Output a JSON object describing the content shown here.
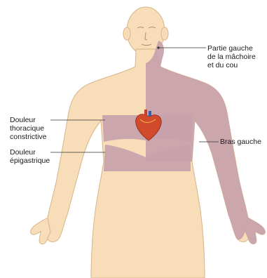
{
  "labels": {
    "jaw": "Partie gauche\nde la mâchoire\net du cou",
    "chest": "Douleur\nthoracique\nconstrictive",
    "epigastric": "Douleur\népigastrique",
    "arm": "Bras gauche"
  },
  "colors": {
    "skin": "#f7ddb8",
    "skin_outline": "#d9b48a",
    "pain_region": "#c7a2ab",
    "heart": "#d24a2c",
    "leader_line": "#333333"
  }
}
